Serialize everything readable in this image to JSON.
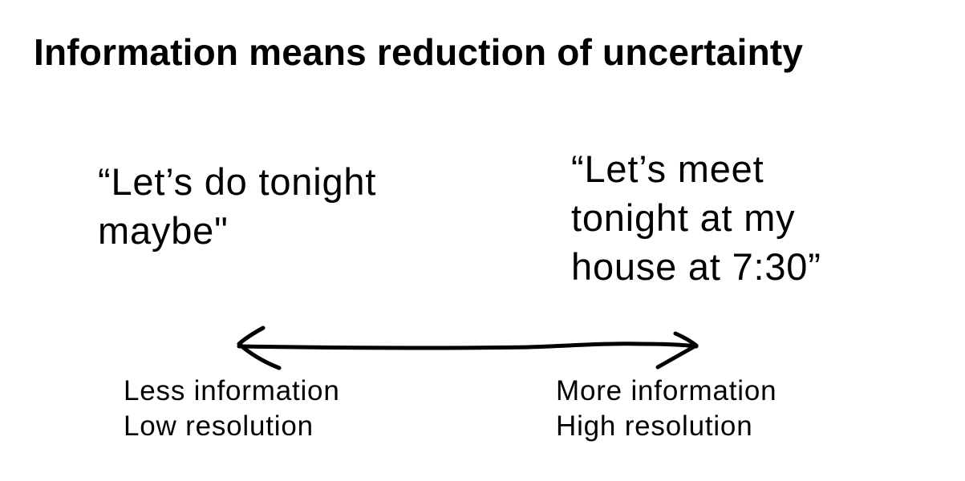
{
  "title": "Information means reduction of uncertainty",
  "left_quote": {
    "line1": "“Let’s do tonight",
    "line2": "maybe\""
  },
  "right_quote": {
    "line1": "“Let’s meet",
    "line2": "tonight at my",
    "line3": "house at 7:30”"
  },
  "arrow_icon": "double-headed-arrow-icon",
  "left_caption": {
    "line1": "Less information",
    "line2": "Low resolution"
  },
  "right_caption": {
    "line1": "More information",
    "line2": "High resolution"
  },
  "colors": {
    "text": "#000000",
    "background": "#ffffff"
  }
}
